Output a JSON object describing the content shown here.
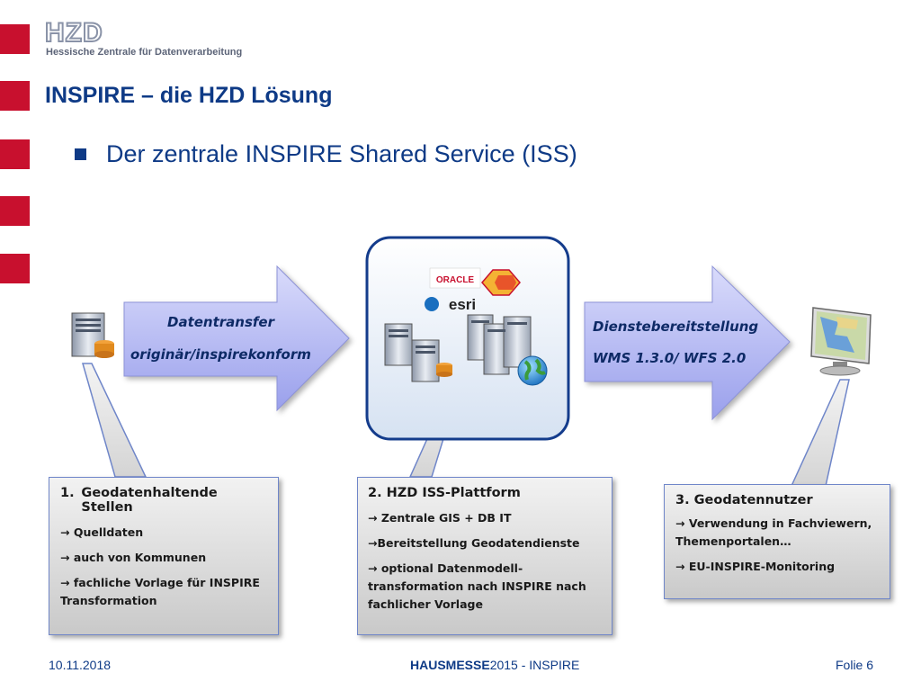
{
  "brand": {
    "logo_text": "HZD",
    "org_name": "Hessische Zentrale für Datenverarbeitung"
  },
  "slide": {
    "title": "INSPIRE – die HZD Lösung",
    "bullet": "Der zentrale INSPIRE Shared Service (ISS)"
  },
  "diagram": {
    "left_arrow": {
      "line1": "Datentransfer",
      "line2": "originär/inspirekonform"
    },
    "right_arrow": {
      "line1": "Dienstebereitstellung",
      "line2": "WMS 1.3.0/ WFS 2.0"
    },
    "platform_logos": [
      "ORACLE",
      "esri"
    ],
    "icons": [
      "database-server-icon",
      "server-cluster-icon",
      "globe-icon",
      "map-monitor-icon"
    ]
  },
  "boxes": [
    {
      "header_num": "1.",
      "header": "Geodatenhaltende Stellen",
      "items": [
        "Quelldaten",
        "auch von Kommunen",
        "fachliche Vorlage für INSPIRE Transformation"
      ]
    },
    {
      "header": "2. HZD ISS-Plattform",
      "items": [
        "Zentrale GIS + DB IT",
        "Bereitstellung Geodatendienste",
        "optional Datenmodell-transformation nach INSPIRE nach fachlicher Vorlage"
      ]
    },
    {
      "header": "3. Geodatennutzer",
      "items": [
        "Verwendung in Fachviewern, Themenportalen…",
        "EU-INSPIRE-Monitoring"
      ]
    }
  ],
  "footer": {
    "date": "10.11.2018",
    "event_bold": "HAUSMESSE",
    "event_rest": "2015 - INSPIRE",
    "slide_no": "Folie 6"
  },
  "colors": {
    "accent_red": "#c8102e",
    "title_blue": "#0e3a86",
    "arrow_fill": "#b9bdf3",
    "box_border": "#6f86c9"
  }
}
